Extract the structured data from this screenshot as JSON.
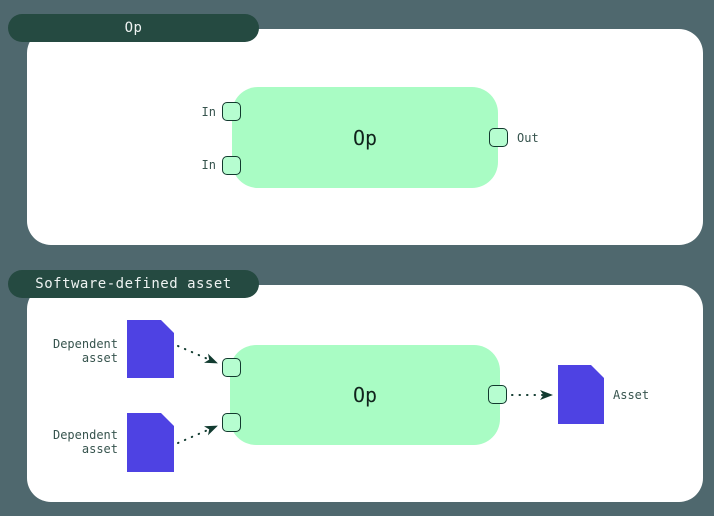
{
  "colors": {
    "background": "#4f686e",
    "card_background": "#ffffff",
    "pill_background": "#254a41",
    "pill_text": "#eef3f2",
    "op_node_fill": "#a9fcc4",
    "port_fill": "#b6fdd0",
    "port_border": "#123a2e",
    "asset_document_fill": "#4e42e3",
    "label_text": "#37544e",
    "node_text": "#10231c",
    "arrow": "#123b30"
  },
  "op_section": {
    "title": "Op",
    "node_label": "Op",
    "input_labels": [
      "In",
      "In"
    ],
    "output_label": "Out"
  },
  "sda_section": {
    "title": "Software-defined asset",
    "node_label": "Op",
    "dependent_asset_labels": [
      "Dependent asset",
      "Dependent asset"
    ],
    "output_asset_label": "Asset"
  }
}
